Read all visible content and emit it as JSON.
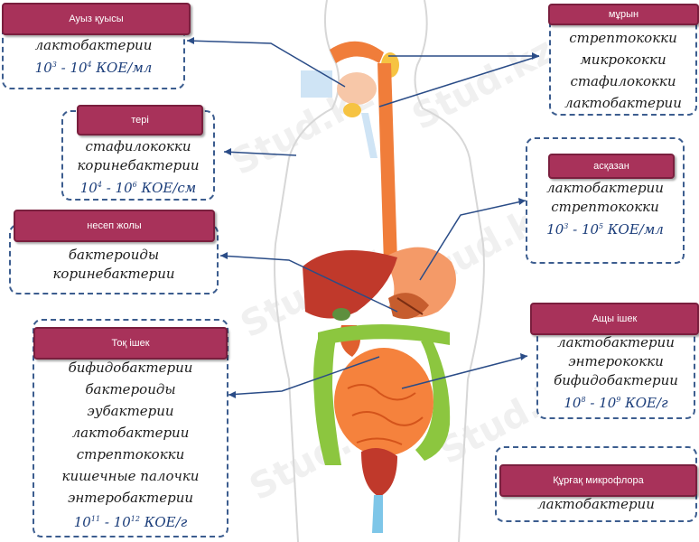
{
  "watermark": "Stud.kz",
  "colors": {
    "label_fill": "#a8325a",
    "box_border": "#3c5d8f",
    "arrow": "#2a4c87",
    "count_text": "#1b3d7a"
  },
  "labels": [
    {
      "id": "oral",
      "title": "Ауыз қуысы",
      "items": [
        "лактобактерии"
      ],
      "count": {
        "a": "10",
        "ae": "3",
        "b": "10",
        "be": "4",
        "unit": "КОЕ/мл"
      }
    },
    {
      "id": "skin",
      "title": "тері",
      "items": [
        "стафилококки",
        "коринебактерии"
      ],
      "count": {
        "a": "10",
        "ae": "4",
        "b": "10",
        "be": "6",
        "unit": "КОЕ/см"
      }
    },
    {
      "id": "urinary",
      "title": "несеп жолы",
      "items": [
        "бактероиды",
        "коринебактерии"
      ]
    },
    {
      "id": "colon",
      "title": "Тоқ ішек",
      "items": [
        "бифидобактерии",
        "бактероиды",
        "эубактерии",
        "лактобактерии",
        "стрептококки",
        "кишечные палочки",
        "энтеробактерии"
      ],
      "count": {
        "a": "10",
        "ae": "11",
        "b": "10",
        "be": "12",
        "unit": "КОЕ/г"
      }
    },
    {
      "id": "nose",
      "title": "мұрын",
      "items": [
        "стрептококки",
        "микрококки",
        "стафилококки",
        "лактобактерии"
      ]
    },
    {
      "id": "stomach",
      "title": "асқазан",
      "items": [
        "лактобактерии",
        "стрептококки"
      ],
      "count": {
        "a": "10",
        "ae": "3",
        "b": "10",
        "be": "5",
        "unit": "КОЕ/мл"
      }
    },
    {
      "id": "small",
      "title": "Ащы ішек",
      "items": [
        "лактобактерии",
        "энтерококки",
        "бифидобактерии"
      ],
      "count": {
        "a": "10",
        "ae": "8",
        "b": "10",
        "be": "9",
        "unit": "КОЕ/г"
      }
    },
    {
      "id": "vaginal",
      "title": "Құрғақ микрофлора",
      "items": [
        "лактобактерии"
      ]
    }
  ]
}
